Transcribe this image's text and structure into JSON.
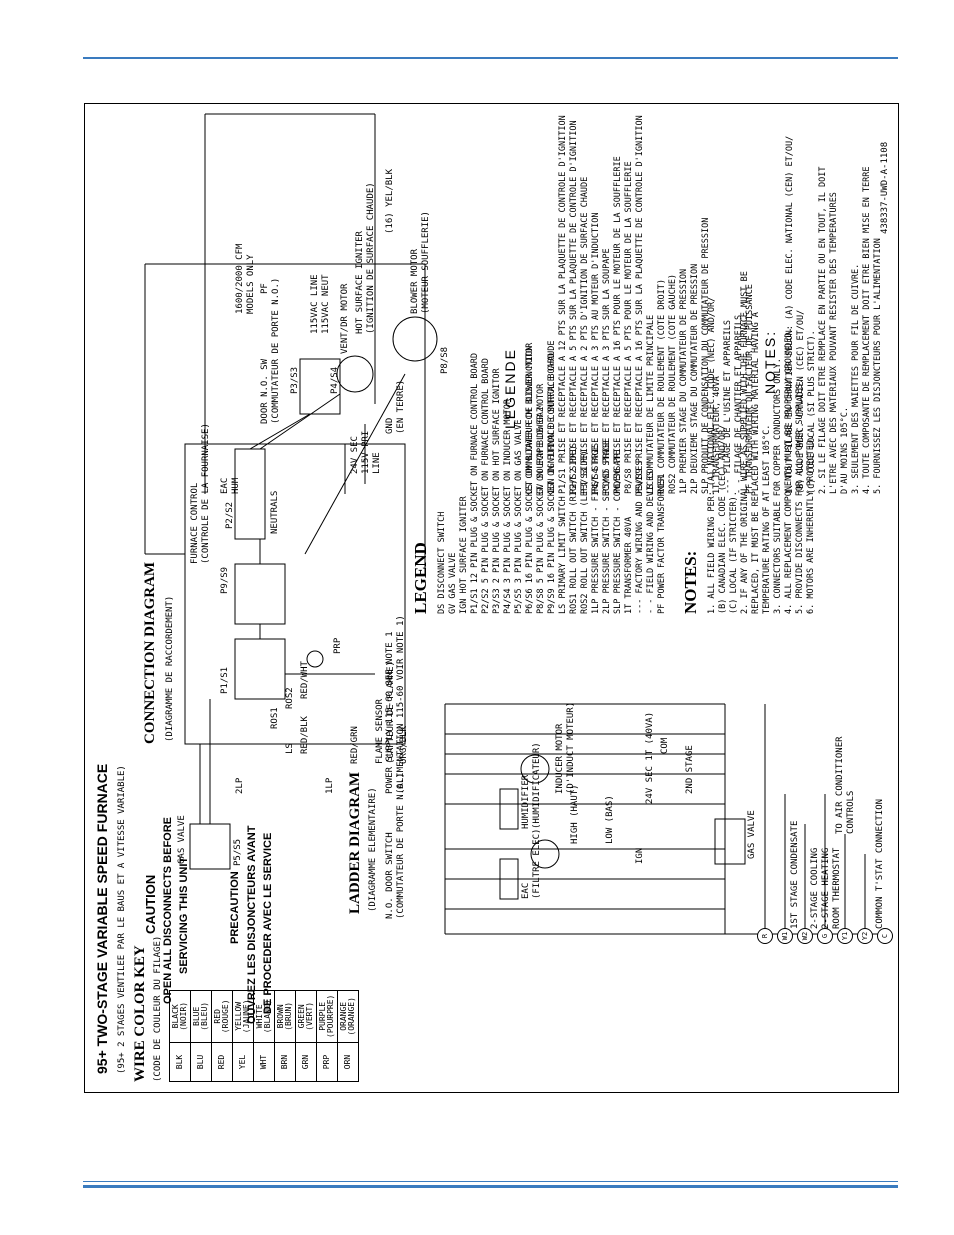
{
  "page": {
    "accent": "#3a7bbf"
  },
  "diagram": {
    "title": "95+ TWO-STAGE VARIABLE SPEED FURNACE",
    "subtitle": "(95+ 2 STAGES VENTILEE PAR LE BAUS ET A VITESSE VARIABLE)",
    "caution": {
      "heading": "CAUTION",
      "line1": "OPEN ALL DISCONNECTS BEFORE",
      "line2": "SERVICING THIS UNIT"
    },
    "precaution": {
      "heading": "PRECAUTION",
      "line1": "OUVREZ LES DISJONCTEURS AVANT",
      "line2": "DE PROCEDER AVEC LE SERVICE"
    },
    "wire_color_key": {
      "title": "WIRE COLOR KEY",
      "subtitle": "(CODE DE COULEUR DU FILAGE)",
      "rows": [
        {
          "code": "BLK",
          "name": "BLACK",
          "fr": "(NOIR)"
        },
        {
          "code": "BLU",
          "name": "BLUE",
          "fr": "(BLEU)"
        },
        {
          "code": "RED",
          "name": "RED",
          "fr": "(ROUGE)"
        },
        {
          "code": "YEL",
          "name": "YELLOW",
          "fr": "(JAUNE)"
        },
        {
          "code": "WHT",
          "name": "WHITE",
          "fr": "(BLANC)"
        },
        {
          "code": "BRN",
          "name": "BROWN",
          "fr": "(BRUN)"
        },
        {
          "code": "GRN",
          "name": "GREEN",
          "fr": "(VERT)"
        },
        {
          "code": "PRP",
          "name": "PURPLE",
          "fr": "(POURPRE)"
        },
        {
          "code": "ORN",
          "name": "ORANGE",
          "fr": "(ORANGE)"
        }
      ]
    },
    "connection": {
      "title": "CONNECTION DIAGRAM",
      "subtitle": "(DIAGRAMME DE RACCORDEMENT)"
    },
    "ladder": {
      "title": "LADDER DIAGRAM",
      "subtitle": "(DIAGRAMME ELEMENTAIRE)"
    },
    "labels": {
      "gas_valve": "GAS VALVE",
      "p5s5": "P5/S5",
      "lp2": "2LP",
      "lp1": "1LP",
      "ls": "LS",
      "ros1": "ROS1",
      "ros2": "ROS2",
      "red_blk": "RED/BLK",
      "red_wht": "RED/WHT",
      "red_grn": "RED/GRN",
      "flame_sensor": "FLAME SENSOR",
      "flame_fr": "(CAPTEUR DE FLAMME)",
      "org_blk": "ORG/BLK",
      "prp": "PRP",
      "furnace_control": "FURNACE CONTROL",
      "furnace_control_fr": "(CONTROLE DE LA FOURNAISE)",
      "eac": "EAC",
      "hum": "HUM",
      "neutrals": "NEUTRALS",
      "transformer": "24V SEC",
      "pri": "115V PRI",
      "line": "LINE",
      "gnd": "GND",
      "gnd_fr": "(EN TERRE)",
      "door_switch": "DOOR N.O. SW",
      "door_switch_fr": "(COMMUTATEUR DE PORTE N.O.)",
      "cfm_models": "1600/2000 CFM",
      "models_only": "MODELS ONLY",
      "pf": "PF",
      "vent_motor": "VENT/DR MOTOR",
      "blower_motor": "BLOWER MOTOR",
      "blower_fr": "(MOTEUR SOUFFLERIE)",
      "hsi": "HOT SURFACE IGNITER",
      "hsi_fr": "(IGNITION DE SURFACE CHAUDE)",
      "vac_line": "115VAC LINE",
      "vac_neut": "115VAC NEUT",
      "p3s3": "P3/S3",
      "p4s4": "P4/S4",
      "p8": "P8/S8",
      "p9": "P9/S9",
      "p1s1": "P1/S1",
      "p2s2": "P2/S2",
      "plug_pins": "(16) YEL/BLK",
      "ladder_door": "N.O. DOOR SWITCH",
      "ladder_door_fr": "(COMMUTATEUR DE PORTE N.O.)",
      "power_supply": "POWER SUPPLY 115-60 SEE NOTE 1",
      "power_supply_fr": "(ALIMENTATION 115-60 VOIR NOTE 1)",
      "eac_fr": "(FILTRE ELEC)",
      "humidifier": "HUMIDIFIER",
      "humidifier_fr": "(HUMIDIFICATEUR)",
      "high": "HIGH (HAUT)",
      "low": "LOW (BAS)",
      "inducer": "INDUCER MOTOR",
      "inducer_fr": "(D'INDUCT MOTEUR)",
      "ign": "IGN",
      "sec_40va": "24V SEC  1T (40VA)",
      "com": "COM",
      "stage1_cond": "1ST STAGE CONDENSATE",
      "stage2_cool": "2-STAGE COOLING",
      "stage2_heat": "2-STAGE HEATING",
      "room_tstat": "ROOM THERMOSTAT",
      "to_ac": "TO AIR CONDITIONER",
      "controls": "CONTROLS",
      "common_tstat": "COMMON T'STAT CONNECTION",
      "stage2nd": "2ND STAGE",
      "part_no": "438337-UWD-A-1108"
    },
    "terminals": [
      "R",
      "W1",
      "W2",
      "G",
      "Y1",
      "Y2",
      "C"
    ],
    "legend": {
      "title": "LEGEND",
      "items": [
        "DS   DISCONNECT SWITCH",
        "GV   GAS VALVE",
        "IGN  HOT SURFACE IGNITER",
        "P1/S1  12 PIN PLUG & SOCKET ON FURNACE CONTROL BOARD",
        "P2/S2  5 PIN PLUG & SOCKET ON FURNACE CONTROL BOARD",
        "P3/S3  2 PIN PLUG & SOCKET ON HOT SURFACE IGNITOR",
        "P4/S4  3 PIN PLUG & SOCKET ON INDUCER MOTOR",
        "P5/S5  3 PIN PLUG & SOCKET ON GAS VALVE",
        "P6/S6  16 PIN PLUG & SOCKET ON BLOWER ECM BLOWER MOTOR",
        "P8/S8  5 PIN PLUG & SOCKET ON ECM BLOWER MOTOR",
        "P9/S9  16 PIN PLUG & SOCKET ON FURNACE CONTROL BOARD",
        "LS   PRIMARY LIMIT SWITCH",
        "ROS1  ROLL OUT SWITCH (RIGHT SIDE)",
        "ROS2  ROLL OUT SWITCH (LEFT SIDE)",
        "1LP  PRESSURE SWITCH - FIRST STAGE",
        "2LP  PRESSURE SWITCH - SECOND STAGE",
        "SLP  PRESSURE SWITCH - CONDENSATE",
        "1T   TRANSFORMER 40VA",
        "---  FACTORY WIRING AND DEVICES",
        "- -  FIELD WIRING AND DEVICES",
        "PF   POWER FACTOR TRANSFORMER"
      ]
    },
    "notes": {
      "title": "NOTES:",
      "items": [
        "1. ALL FIELD WIRING PER: (A) NATIONAL ELEC. CODE (NEC) AND/OR/",
        "   (B) CANADIAN ELEC. CODE (CEC) AND/OR/",
        "   (C) LOCAL (IF STRICTER).",
        "2. IF ANY OF THE ORIGINAL WIRE AS SUPPLIED WITH THE FURNACE MUST BE",
        "   REPLACED, IT MUST BE REPLACED WITH WIRING MATERIAL HAVING A",
        "   TEMPERATURE RATING OF AT LEAST 105°C.",
        "3. CONNECTORS SUITABLE FOR COPPER CONDUCTORS ONLY.",
        "4. ALL REPLACEMENT COMPONENTS MUST BE PROPERLY GROUNDED.",
        "5. PROVIDE DISCONNECTS FOR ALL POWER SUPPLIES.",
        "6. MOTORS ARE INHERENTLY PROTECTED."
      ]
    },
    "legende": {
      "title": "LEGENDE",
      "items": [
        "DS   COMMUTATEUR DE DISJONCTION",
        "GV   SOUPAPE DE GAZ",
        "IGN  IGNITION DE SURFACE CHAUDE",
        "P1/S1  PRISE ET RECEPTACLE A 12 PTS SUR LA PLAQUETTE DE CONTROLE D'IGNITION",
        "P2/S2  PRISE ET RECEPTACLE A 5 PTS SUR LA PLAQUETTE DE CONTROLE D'IGNITION",
        "P3/S3  PRISE ET RECEPTACLE A 2 PTS D'IGNITION DE SURFACE CHAUDE",
        "P4/S4  PRISE ET RECEPTACLE A 3 PTS AU MOTEUR D'INDUCTION",
        "P5/S5  PRISE ET RECEPTACLE A 3 PTS SUR LA SOUPAPE",
        "P6/S6  PRISE ET RECEPTACLE A 16 PTS POUR LE MOTEUR DE LA SOUFFLERIE",
        "P8/S8  PRISE ET RECEPTACLE A 5 PTS POUR LE MOTEUR DE LA SOUFFLERIE",
        "P9/S9  PRISE ET RECEPTACLE A 16 PTS SUR LA PLAQUETTE DE CONTROLE D'IGNITION",
        "LS   COMMUTATEUR DE LIMITE PRINCIPALE",
        "ROS1  COMMUTATEUR DE ROULEMENT (COTE DROIT)",
        "ROS2  COMMUTATEUR DE ROULEMENT (COTE GAUCHE)",
        "1LP  PREMIER STAGE DU COMMUTATEUR DE PRESSION",
        "2LP  DEUXIEME STAGE DU COMMUTATEUR DE PRESSION",
        "SLP  PRODUIT DE CONDENSATION DU COMMUTATEUR DE PRESSION",
        "1T   TRANSFORMATEUR, 40VA",
        "---  FILAGE DE L'USINE ET APPAREILS",
        "- -  FILAGE DE CHANTIER ET APPAREILS",
        "PF   TRANSFORMATEUR DU FACTEUR DE PUISSANCE"
      ]
    },
    "notes_fr": {
      "title": "NOTES:",
      "items": [
        "1. TOUT FILAGE EN CHANTIER SELON: (A) CODE ELEC. NATIONAL (CEN) ET/OU/",
        "   (B) CODE ELEC. CANADIEN (CEC) ET/OU/",
        "   (C) CODE LOCAL (SI PLUS STRICT).",
        "2. SI LE FILAGE DOIT ETRE REMPLACE EN PARTIE OU EN TOUT, IL DOIT",
        "   L'ETRE AVEC DES MATERIAUX POUVANT RESISTER DES TEMPERATURES",
        "   D'AU MOINS 105°C.",
        "3. SEULEMENT DES MAIETTES POUR FIL DE CUIVRE.",
        "4. TOUTE COMPOSANTE DE REMPLACEMENT DOIT ETRE BIEN MISE EN TERRE",
        "5. FOURNISSEZ LES DISJONCTEURS POUR L'ALIMENTATION"
      ]
    }
  }
}
